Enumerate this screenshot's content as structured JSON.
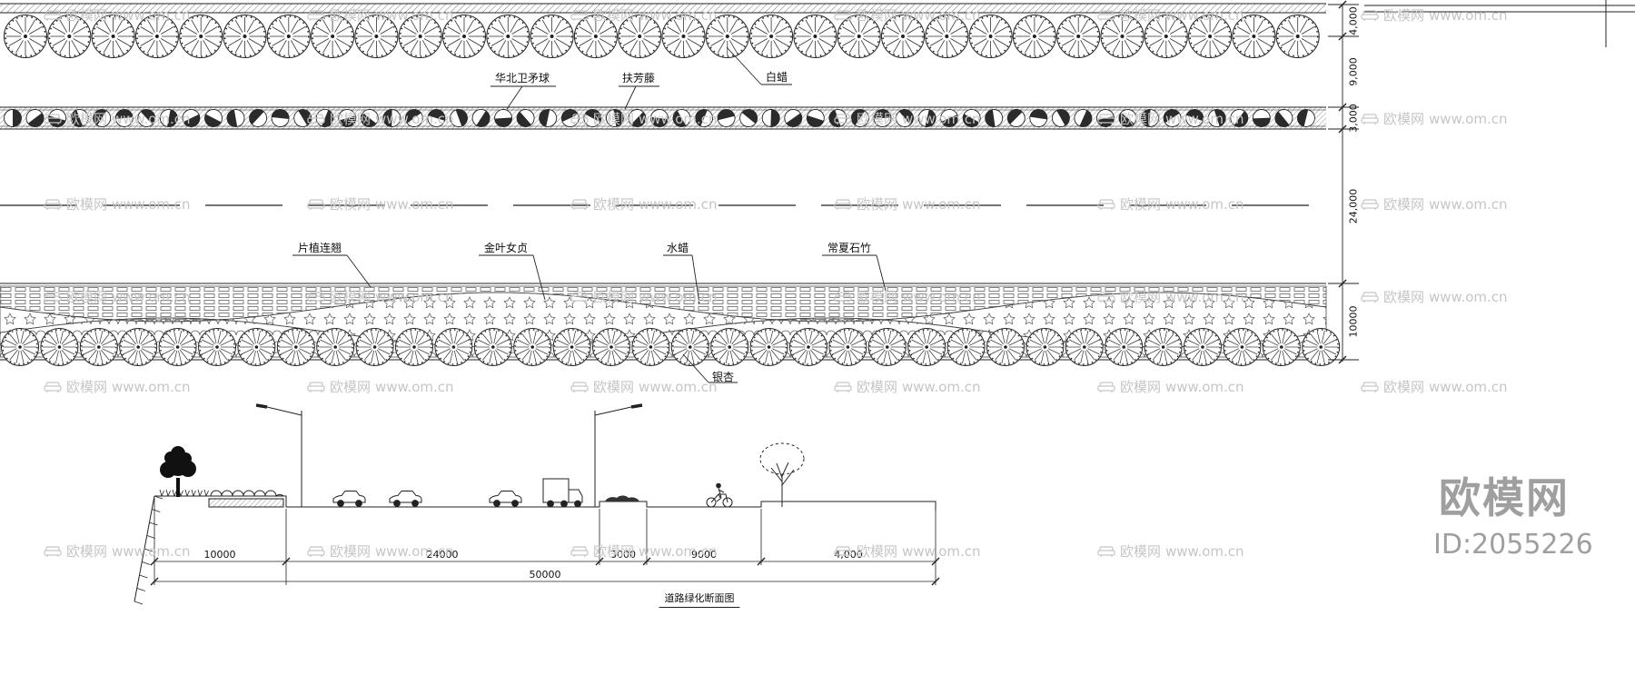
{
  "watermark": {
    "brand": "欧模网",
    "url": "www.om.cn"
  },
  "brand_badge": {
    "name": "欧模网",
    "id": "ID:2055226"
  },
  "plant_labels": {
    "top": [
      "华北卫矛球",
      "扶芳藤",
      "白蜡"
    ],
    "middle": [
      "片植连翘",
      "金叶女贞",
      "水蜡",
      "常夏石竹"
    ],
    "bottom": [
      "银杏"
    ]
  },
  "dimensions": {
    "right_vertical": [
      "4,000",
      "9,000",
      "3,000",
      "24,000",
      "10000"
    ],
    "section_segments": [
      "10000",
      "24000",
      "3000",
      "9000",
      "4,000"
    ],
    "section_total": "50000",
    "section_caption": "道路绿化断面图"
  }
}
